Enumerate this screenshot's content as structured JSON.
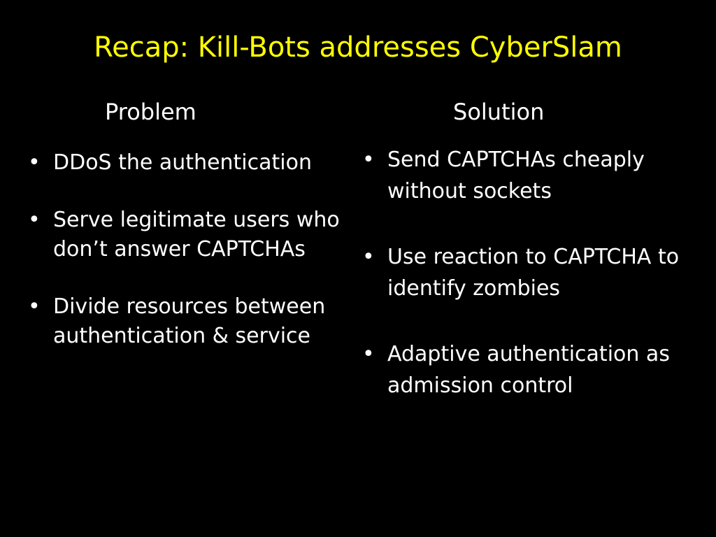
{
  "slide": {
    "title": "Recap: Kill-Bots addresses CyberSlam",
    "bullet_glyph": "•",
    "colors": {
      "background": "#000000",
      "title": "#ffff00",
      "body_text": "#ffffff"
    },
    "problem": {
      "heading": "Problem",
      "items": [
        "DDoS the authentication",
        "Serve legitimate users who don’t answer CAPTCHAs",
        "Divide resources between authentication & service"
      ]
    },
    "solution": {
      "heading": "Solution",
      "items": [
        "Send CAPTCHAs cheaply without sockets",
        "Use reaction to CAPTCHA to identify zombies",
        "Adaptive authentication as admission control"
      ]
    }
  }
}
